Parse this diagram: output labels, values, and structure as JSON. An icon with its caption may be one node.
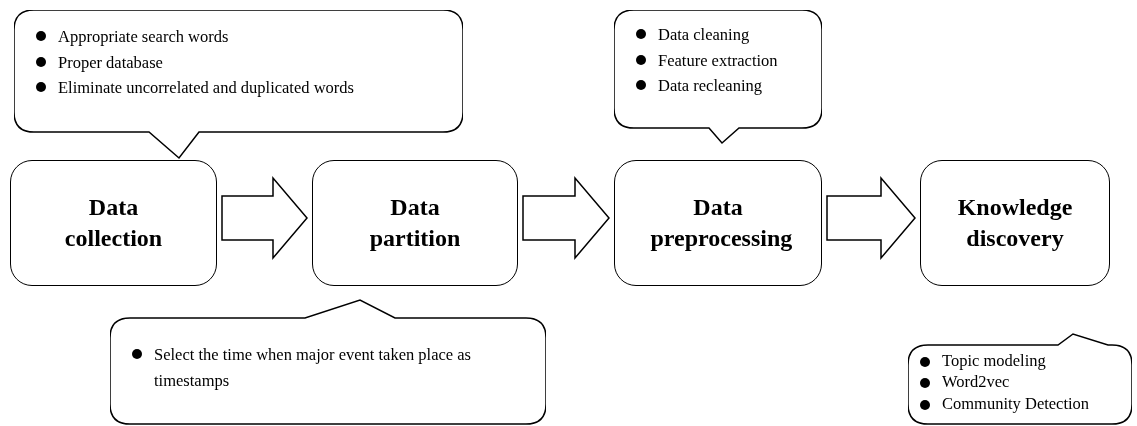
{
  "diagram": {
    "nodes": [
      {
        "text": [
          "Data collection"
        ]
      },
      {
        "text": [
          "Data partition"
        ]
      },
      {
        "text": [
          "Data preprocessing"
        ]
      },
      {
        "text": [
          "Knowledge discovery"
        ]
      },
      {
        "text": [
          "Appropriate search words",
          "Proper database",
          "Eliminate uncorrelated and duplicated words"
        ]
      },
      {
        "text": [
          "Select the time when major event taken place as timestamps"
        ]
      },
      {
        "text": [
          "Data cleaning",
          "Feature extraction",
          "Data recleaning"
        ]
      },
      {
        "text": [
          "Topic modeling",
          "Word2vec",
          "Community Detection"
        ]
      }
    ],
    "edges": [
      {
        "from": 0,
        "to": 1,
        "arrow": "to"
      },
      {
        "from": 1,
        "to": 2,
        "arrow": "to"
      },
      {
        "from": 2,
        "to": 3,
        "arrow": "to"
      }
    ]
  }
}
